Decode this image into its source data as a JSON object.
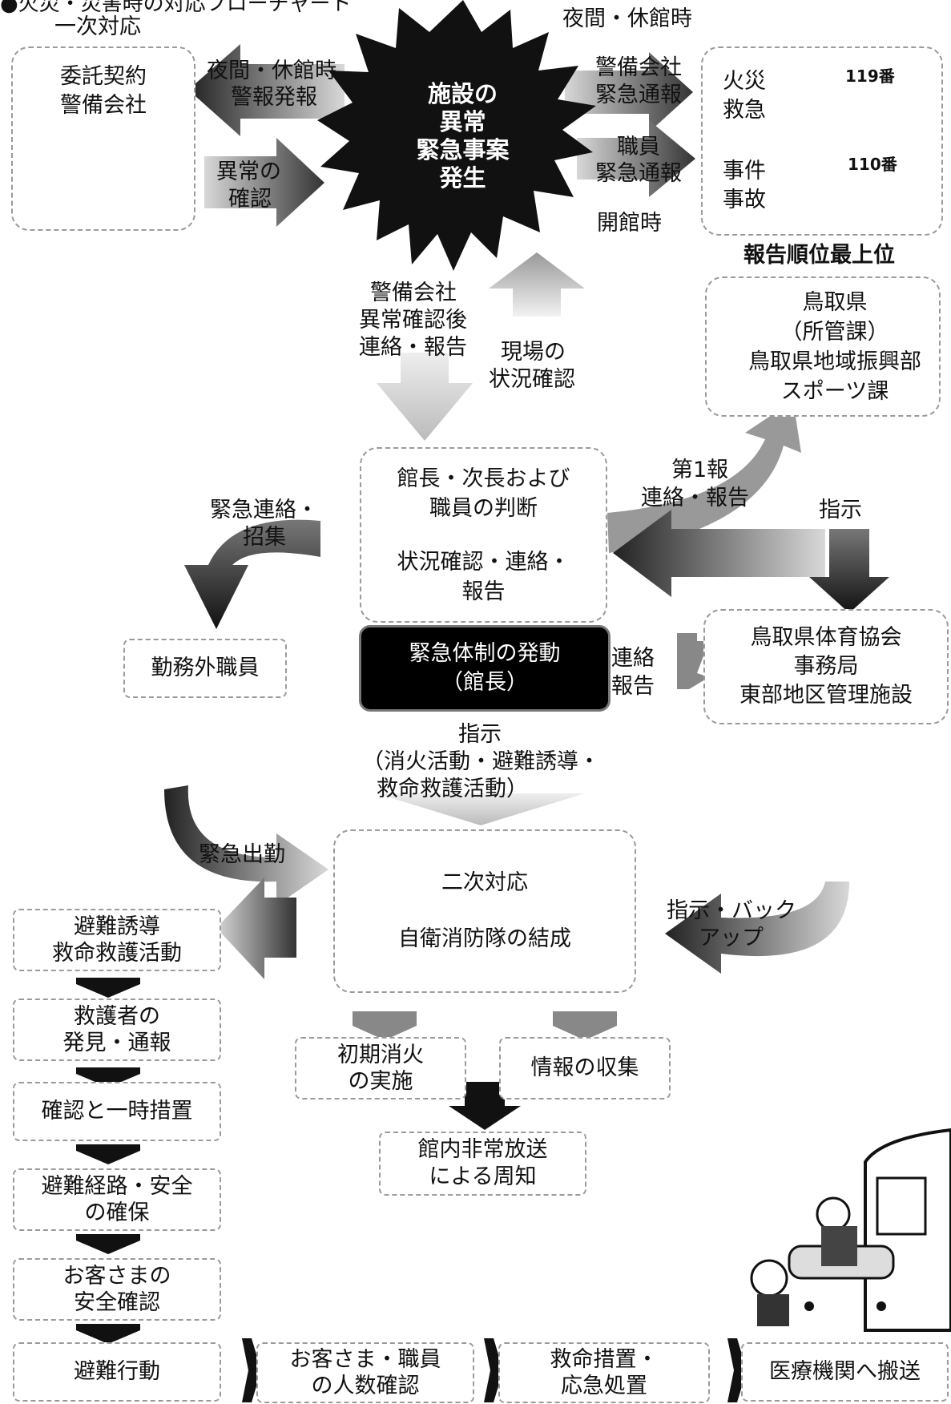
{
  "header": {
    "title_partial": "●火災・災害時の対応フローチャート",
    "first_response": "一次対応"
  },
  "guard": {
    "line1": "委託契約",
    "line2": "警備会社"
  },
  "burst": {
    "l1": "施設の",
    "l2": "異常",
    "l3": "緊急事案",
    "l4": "発生"
  },
  "arrows": {
    "alarm_l1": "夜間・休館時",
    "alarm_l2": "警報発報",
    "confirm_l1": "異常の",
    "confirm_l2": "確認",
    "night": "夜間・休館時",
    "guard_call_l1": "警備会社",
    "guard_call_l2": "緊急通報",
    "staff_call_l1": "職員",
    "staff_call_l2": "緊急通報",
    "open": "開館時",
    "guard_report_l1": "警備会社",
    "guard_report_l2": "異常確認後",
    "guard_report_l3": "連絡・報告",
    "site_l1": "現場の",
    "site_l2": "状況確認",
    "first_l1": "第1報",
    "first_l2": "連絡・報告",
    "instruct": "指示",
    "emergency_call_l1": "緊急連絡・",
    "emergency_call_l2": "招集",
    "contact_l1": "連絡",
    "contact_l2": "報告",
    "order_l1": "指示",
    "order_l2": "（消火活動・避難誘導・",
    "order_l3": "救命救護活動）",
    "dispatch": "緊急出勤",
    "backup_l1": "指示・バック",
    "backup_l2": "アップ"
  },
  "emergency": {
    "fire_l1": "火災",
    "fire_l2": "救急",
    "n119": "119番",
    "case_l1": "事件",
    "case_l2": "事故",
    "n110": "110番"
  },
  "priority": "報告順位最上位",
  "pref": {
    "l1": "鳥取県",
    "l2": "（所管課）",
    "l3": "鳥取県地域振興部",
    "l4": "スポーツ課"
  },
  "director": {
    "l1": "館長・次長および",
    "l2": "職員の判断",
    "l3": "状況確認・連絡・",
    "l4": "報告"
  },
  "activate": {
    "l1": "緊急体制の発動",
    "l2": "（館長）"
  },
  "offduty": "勤務外職員",
  "assoc": {
    "l1": "鳥取県体育協会",
    "l2": "事務局",
    "l3": "東部地区管理施設"
  },
  "second": {
    "l1": "二次対応",
    "l2": "自衛消防隊の結成"
  },
  "left_chain": [
    {
      "l1": "避難誘導",
      "l2": "救命救護活動"
    },
    {
      "l1": "救護者の",
      "l2": "発見・通報"
    },
    {
      "l1": "確認と一時措置",
      "l2": ""
    },
    {
      "l1": "避難経路・安全",
      "l2": "の確保"
    },
    {
      "l1": "お客さまの",
      "l2": "安全確認"
    }
  ],
  "mid": {
    "fire_l1": "初期消火",
    "fire_l2": "の実施",
    "info": "情報の収集",
    "bcast_l1": "館内非常放送",
    "bcast_l2": "による周知"
  },
  "bottom": [
    {
      "l1": "避難行動",
      "l2": ""
    },
    {
      "l1": "お客さま・職員",
      "l2": "の人数確認"
    },
    {
      "l1": "救命措置・",
      "l2": "応急処置"
    },
    {
      "l1": "医療機関へ搬送",
      "l2": ""
    }
  ]
}
